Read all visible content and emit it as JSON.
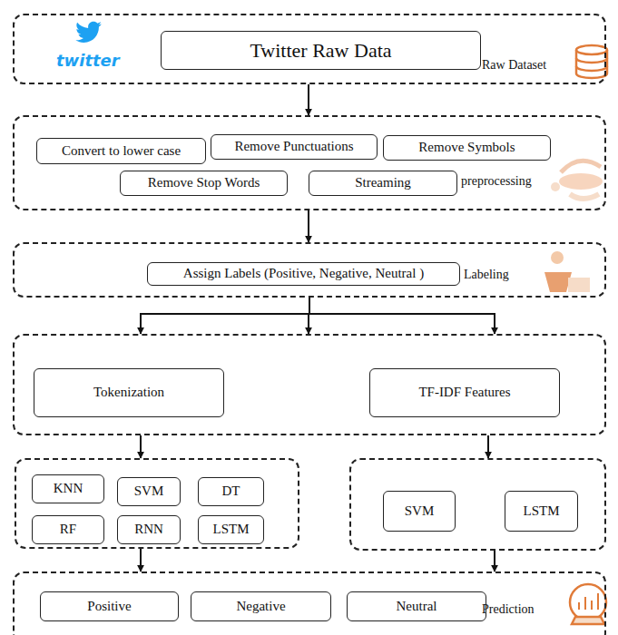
{
  "diagram": {
    "nodes": [
      {
        "text": [
          "Raw Dataset"
        ]
      },
      {
        "text": [
          "Twitter Raw Data"
        ],
        "in": 0
      },
      {
        "text": [
          "preprocessing"
        ]
      },
      {
        "text": [
          "Convert to lower case"
        ],
        "in": 2
      },
      {
        "text": [
          "Remove Punctuations"
        ],
        "in": 2
      },
      {
        "text": [
          "Remove Symbols"
        ],
        "in": 2
      },
      {
        "text": [
          "Remove Stop Words"
        ],
        "in": 2
      },
      {
        "text": [
          "Streaming"
        ],
        "in": 2
      },
      {
        "text": [
          "Labeling"
        ]
      },
      {
        "text": [
          "Assign Labels  (Positive, Negative, Neutral )"
        ],
        "in": 8
      },
      {
        "text": []
      },
      {
        "text": [
          "Tokenization"
        ],
        "in": 10
      },
      {
        "text": [
          "TF-IDF Features"
        ],
        "in": 10
      },
      {
        "text": []
      },
      {
        "text": [
          "KNN"
        ],
        "in": 13
      },
      {
        "text": [
          "SVM"
        ],
        "in": 13
      },
      {
        "text": [
          "DT"
        ],
        "in": 13
      },
      {
        "text": [
          "RF"
        ],
        "in": 13
      },
      {
        "text": [
          "RNN"
        ],
        "in": 13
      },
      {
        "text": [
          "LSTM"
        ],
        "in": 13
      },
      {
        "text": []
      },
      {
        "text": [
          "SVM"
        ],
        "in": 20
      },
      {
        "text": [
          "LSTM"
        ],
        "in": 20
      },
      {
        "text": [
          "Prediction"
        ]
      },
      {
        "text": [
          "Positive"
        ],
        "in": 23
      },
      {
        "text": [
          "Negative"
        ],
        "in": 23
      },
      {
        "text": [
          "Neutral"
        ],
        "in": 23
      }
    ],
    "edges": [
      {
        "from": 0,
        "to": 2,
        "arrow": "to"
      },
      {
        "from": 2,
        "to": 8,
        "arrow": "to"
      },
      {
        "from": 8,
        "to": 10,
        "arrow": "to"
      },
      {
        "from": 10,
        "to": 13,
        "arrow": "to"
      },
      {
        "from": 10,
        "to": 20,
        "arrow": "to"
      },
      {
        "from": 13,
        "to": 23,
        "arrow": "to"
      },
      {
        "from": 20,
        "to": 23,
        "arrow": "to"
      }
    ],
    "labels": [
      "twitter"
    ]
  }
}
